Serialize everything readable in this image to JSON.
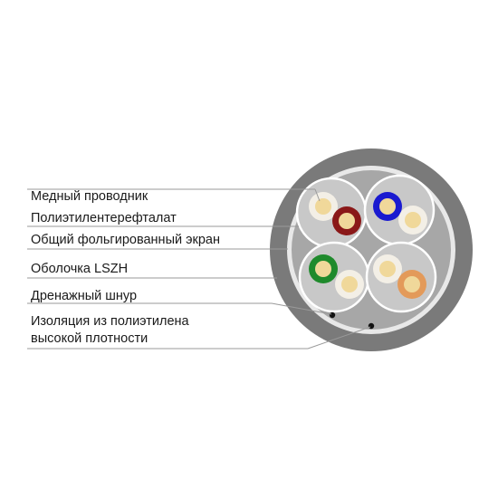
{
  "labels": {
    "copper_conductor": "Медный проводник",
    "pet_film": "Полиэтилентерефталат",
    "foil_screen": "Общий фольгированный экран",
    "lszh_sheath": "Оболочка LSZH",
    "drain_wire": "Дренажный шнур",
    "hdpe_insulation_line1": "Изоляция из полиэтилена",
    "hdpe_insulation_line2": "высокой плотности"
  },
  "colors": {
    "sheath": "#7a7a7a",
    "foil_ring": "#e6e6e6",
    "core_fill": "#a9a9a9",
    "pet_circle": "#c9c9c9",
    "insulation": "#f3efe6",
    "copper": "#f0d89a",
    "blue": "#1a1ad0",
    "green": "#1f8a2c",
    "brown": "#8a1818",
    "orange": "#e39a5a",
    "drain_wire": "#111111",
    "leader": "#9a9a9a"
  },
  "pairs": [
    {
      "name": "brown-pair",
      "colored": "brown",
      "white": "white-brown"
    },
    {
      "name": "blue-pair",
      "colored": "blue",
      "white": "white-blue"
    },
    {
      "name": "green-pair",
      "colored": "green",
      "white": "white-green"
    },
    {
      "name": "orange-pair",
      "colored": "orange",
      "white": "white-orange"
    }
  ]
}
